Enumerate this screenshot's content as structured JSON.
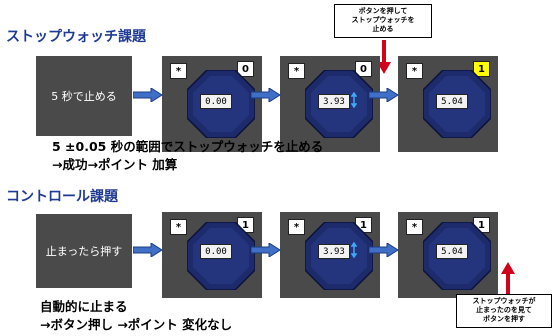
{
  "section1": {
    "title": "ストップウォッチ課題",
    "start_label": "5 秒で止める",
    "panels": [
      {
        "star": "*",
        "count": "0",
        "readout": "0.00",
        "highlight": false
      },
      {
        "star": "*",
        "count": "0",
        "readout": "3.93",
        "highlight": false
      },
      {
        "star": "*",
        "count": "1",
        "readout": "5.04",
        "highlight": true
      }
    ],
    "callout": [
      "ボタンを押して",
      "ストップウォッチを",
      "止める"
    ],
    "desc_line1": "5 ±0.05 秒の範囲でストップウォッチを止める",
    "desc_line2": "→成功→ポイント 加算"
  },
  "section2": {
    "title": "コントロール課題",
    "start_label": "止まったら押す",
    "panels": [
      {
        "star": "*",
        "count": "1",
        "readout": "0.00",
        "highlight": false
      },
      {
        "star": "*",
        "count": "1",
        "readout": "3.93",
        "highlight": false
      },
      {
        "star": "*",
        "count": "1",
        "readout": "5.04",
        "highlight": false
      }
    ],
    "callout": [
      "ストップウォッチが",
      "止まったのを見て",
      "ボタンを押す"
    ],
    "desc_line1": "自動的に止まる",
    "desc_line2": "→ボタン押し →ポイント 変化なし"
  },
  "colors": {
    "panel": "#4a4a4a",
    "title": "#1f3a93",
    "watch_face": "#1d2a6b",
    "arrow_fill": "#3f6fc6",
    "callout_arrow": "#d0021b",
    "highlight": "#ffff00"
  }
}
